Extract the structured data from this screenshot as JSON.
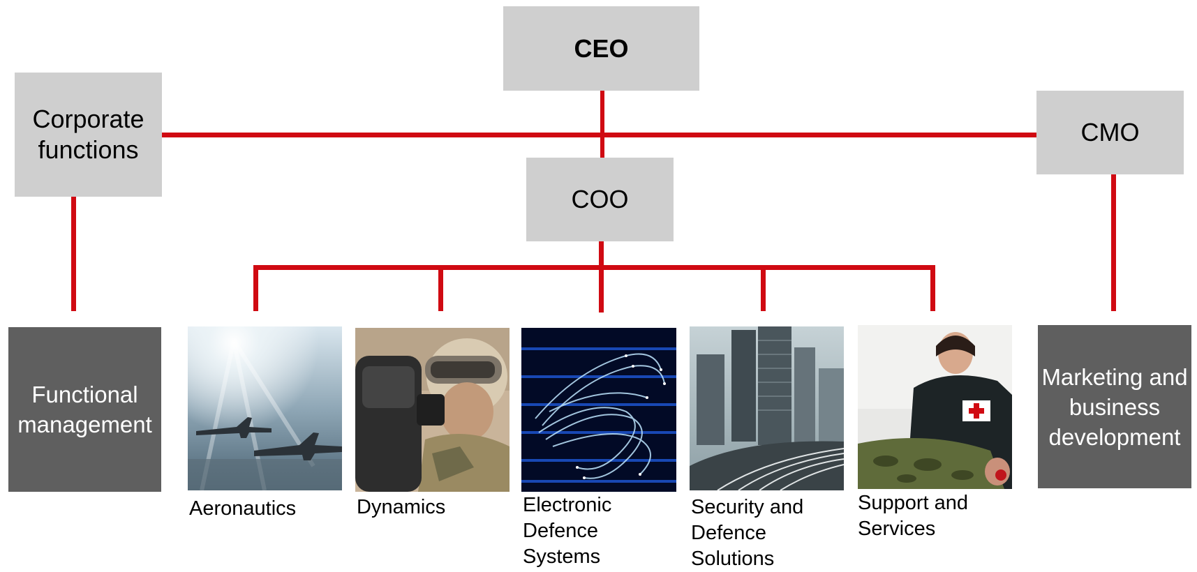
{
  "org_chart": {
    "ceo": "CEO",
    "coo": "COO",
    "cmo": "CMO",
    "corporate_functions": "Corporate functions",
    "functional_management": "Functional management",
    "marketing": "Marketing and business development",
    "business_areas": [
      {
        "label": "Aeronautics",
        "image": "fighter-jets-photo"
      },
      {
        "label": "Dynamics",
        "image": "soldier-weapon-photo"
      },
      {
        "label": "Electronic Defence Systems",
        "image": "fiber-optic-light-photo"
      },
      {
        "label": "Security and Defence Solutions",
        "image": "city-highway-photo"
      },
      {
        "label": "Support and Services",
        "image": "field-medic-photo"
      }
    ]
  },
  "colors": {
    "connector": "#d00a12",
    "light_box": "#cfcfcf",
    "dark_box": "#5f5f5f"
  }
}
